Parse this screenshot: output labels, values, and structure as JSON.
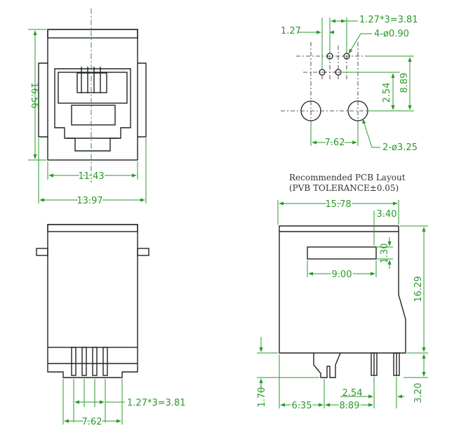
{
  "colors": {
    "outline": "#222222",
    "dimension": "#2a9a2a",
    "text": "#333333"
  },
  "front_view": {
    "height_dim": "16.56",
    "inner_width_dim": "11.43",
    "outer_width_dim": "13.97"
  },
  "bottom_view": {
    "pin_pitch_dim": "1.27*3=3.81",
    "pin_span_dim": "7.62"
  },
  "pcb_layout": {
    "caption_line1": "Recommended PCB Layout",
    "caption_line2": "(PVB TOLERANCE±0.05)",
    "pitch_dim": "1.27*3=3.81",
    "left_offset_dim": "1.27",
    "small_holes_dim": "4-ø0.90",
    "row_offset_dim": "2.54",
    "height_dim": "8.89",
    "span_dim": "7.62",
    "large_holes_dim": "2-ø3.25"
  },
  "side_view": {
    "length_dim": "15.78",
    "top_offset_dim": "3.40",
    "slot_height_dim": "1.30",
    "slot_length_dim": "9.00",
    "height_dim": "16.29",
    "post_height_dim": "1.70",
    "post_offset_dim": "6.35",
    "pin_row_dim": "2.54",
    "pin_span_dim": "8.89",
    "pin_length_dim": "3.20"
  }
}
